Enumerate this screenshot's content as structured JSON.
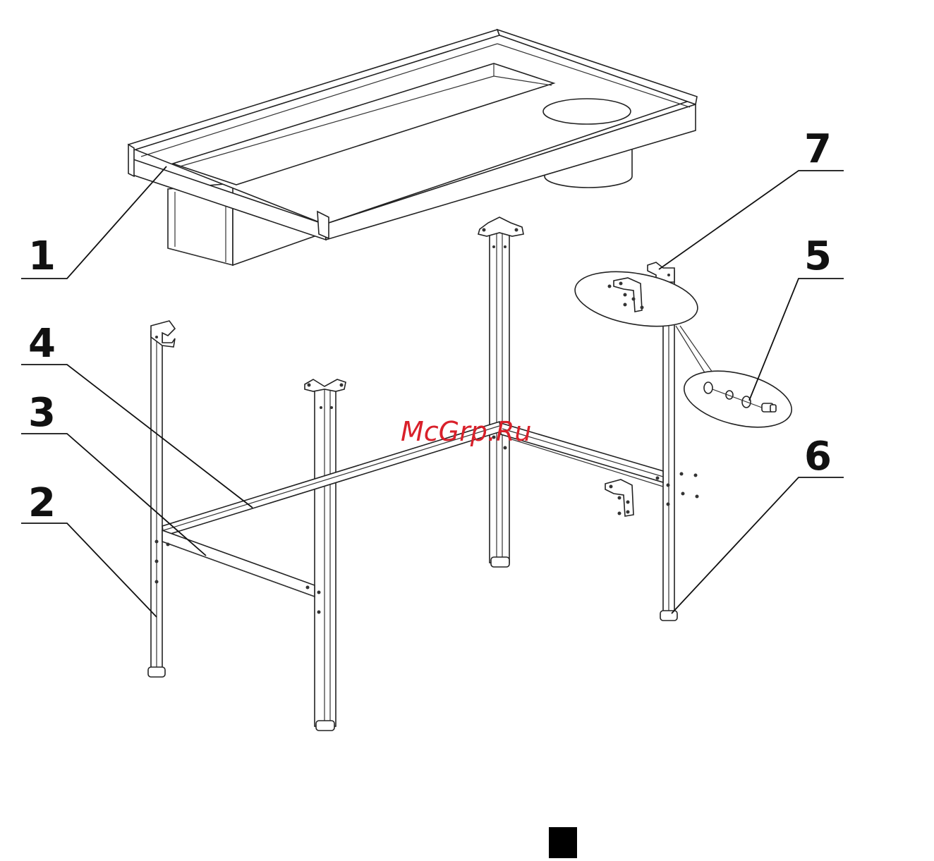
{
  "watermark": {
    "text": "McGrp.Ru",
    "color": "#d9202a"
  },
  "callouts": [
    {
      "number": "1",
      "part": "table-top"
    },
    {
      "number": "2",
      "part": "leg"
    },
    {
      "number": "3",
      "part": "side-crossbar"
    },
    {
      "number": "4",
      "part": "long-crossbar"
    },
    {
      "number": "5",
      "part": "fastener-set"
    },
    {
      "number": "6",
      "part": "adjustable-foot"
    },
    {
      "number": "7",
      "part": "corner-bracket"
    }
  ],
  "colors": {
    "line": "#222222",
    "background": "#ffffff",
    "marker": "#000000"
  }
}
